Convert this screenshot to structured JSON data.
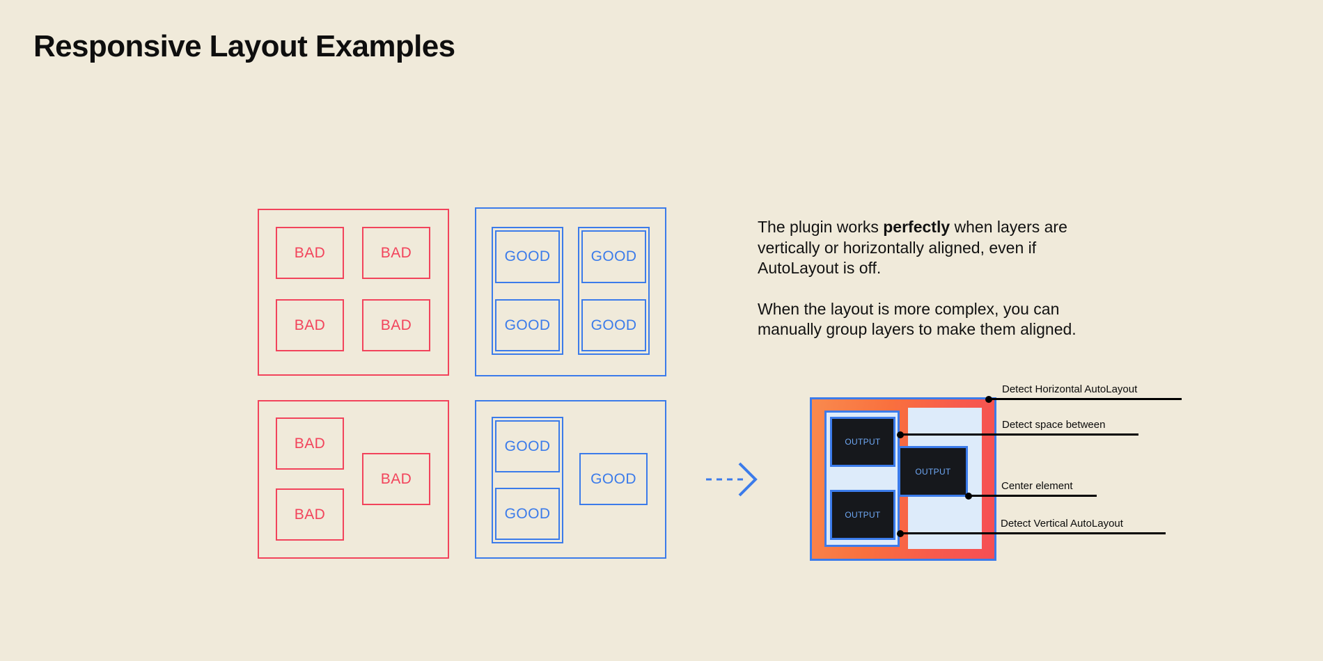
{
  "page": {
    "title": "Responsive Layout Examples",
    "background_color": "#F0EADA"
  },
  "colors": {
    "bad": "#F2435B",
    "good": "#3B7BEA",
    "text": "#111111",
    "output_fill": "#16181C",
    "output_text": "#6FA8F5",
    "panel_light_blue": "#DDEBFA",
    "gradient_start": "#F98A4E",
    "gradient_end": "#F54E55",
    "callout": "#000000"
  },
  "examples": {
    "bad_grid": {
      "kind": "bad",
      "label": "BAD",
      "boxes": [
        "BAD",
        "BAD",
        "BAD",
        "BAD"
      ]
    },
    "good_grid": {
      "kind": "good",
      "label": "GOOD",
      "boxes": [
        "GOOD",
        "GOOD",
        "GOOD",
        "GOOD"
      ]
    },
    "bad_complex": {
      "kind": "bad",
      "label": "BAD",
      "boxes": [
        "BAD",
        "BAD",
        "BAD"
      ]
    },
    "good_complex": {
      "kind": "good",
      "label": "GOOD",
      "boxes": [
        "GOOD",
        "GOOD",
        "GOOD"
      ]
    }
  },
  "copy": {
    "paragraph1_pre": "The plugin works ",
    "paragraph1_bold": "perfectly",
    "paragraph1_post": " when layers are vertically or horizontally aligned, even if AutoLayout is off.",
    "paragraph2": "When the layout is more complex, you can manually group layers to make them aligned."
  },
  "arrow": {
    "icon": "dashed-arrow-right-icon",
    "color": "#3B7BEA"
  },
  "result": {
    "output_label": "OUTPUT",
    "outputs": [
      "OUTPUT",
      "OUTPUT",
      "OUTPUT"
    ],
    "callouts": [
      {
        "label": "Detect Horizontal AutoLayout"
      },
      {
        "label": "Detect space between"
      },
      {
        "label": "Center element"
      },
      {
        "label": "Detect Vertical AutoLayout"
      }
    ]
  }
}
